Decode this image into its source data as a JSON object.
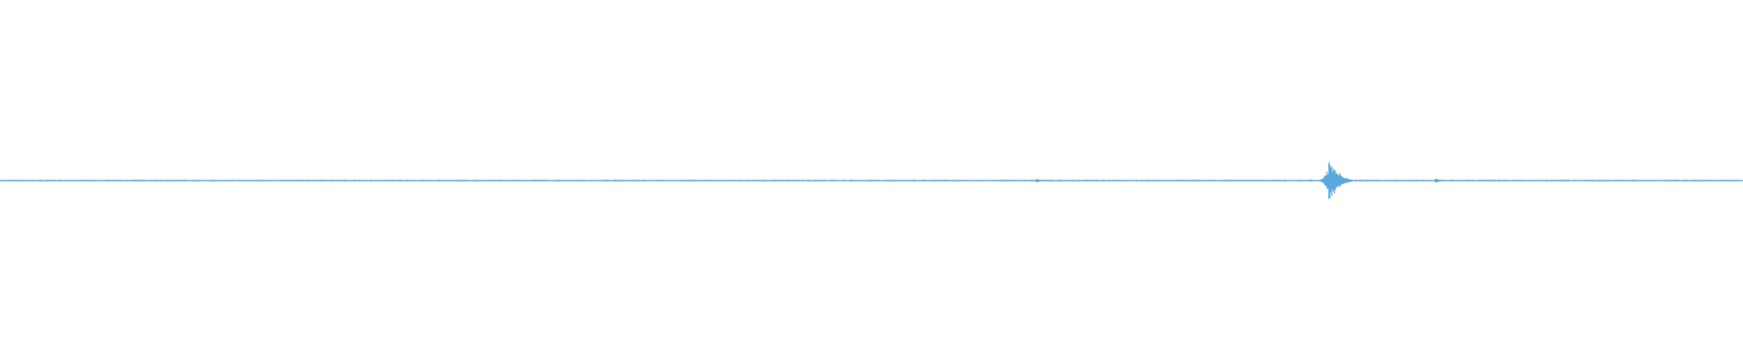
{
  "waveform": {
    "color": "#5aa9dd",
    "background": "#ffffff",
    "peak_amplitude": 1.0,
    "bursts": [
      {
        "at": 0.0735,
        "amp": 0.02
      },
      {
        "at": 0.2335,
        "amp": 0.02
      },
      {
        "at": 0.3105,
        "amp": 0.02
      },
      {
        "at": 0.457,
        "amp": 0.02
      },
      {
        "at": 0.4875,
        "amp": 0.05
      },
      {
        "at": 0.5945,
        "amp": 0.12
      },
      {
        "at": 0.633,
        "amp": 0.05
      },
      {
        "at": 0.702,
        "amp": 0.04
      },
      {
        "at": 0.7515,
        "amp": 0.07
      },
      {
        "at": 0.762,
        "amp": 1.0
      },
      {
        "at": 0.8235,
        "amp": 0.12
      },
      {
        "at": 0.845,
        "amp": 0.05
      },
      {
        "at": 0.9715,
        "amp": 0.03
      }
    ]
  }
}
